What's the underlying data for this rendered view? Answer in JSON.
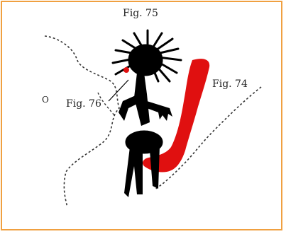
{
  "labels": {
    "fig75": "Fig. 75",
    "fig74": "Fig. 74",
    "fig76": "Fig. 76",
    "mark": "O"
  },
  "colors": {
    "border": "#f0a040",
    "figure": "#000000",
    "red_figure": "#e01010",
    "dashed_line": "#333333"
  }
}
